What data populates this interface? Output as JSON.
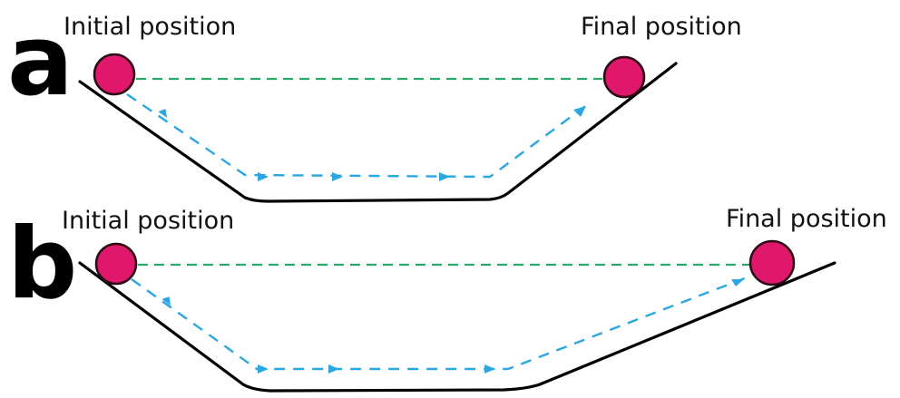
{
  "colors": {
    "ball": "#e0186c",
    "ball_outline": "#2a0a14",
    "level_line": "#2ea86a",
    "path_line": "#2aa7e0",
    "track": "#000000"
  },
  "panels": [
    {
      "letter": "a",
      "initial_label": "Initial position",
      "final_label": "Final position"
    },
    {
      "letter": "b",
      "initial_label": "Initial position",
      "final_label": "Final position"
    }
  ]
}
